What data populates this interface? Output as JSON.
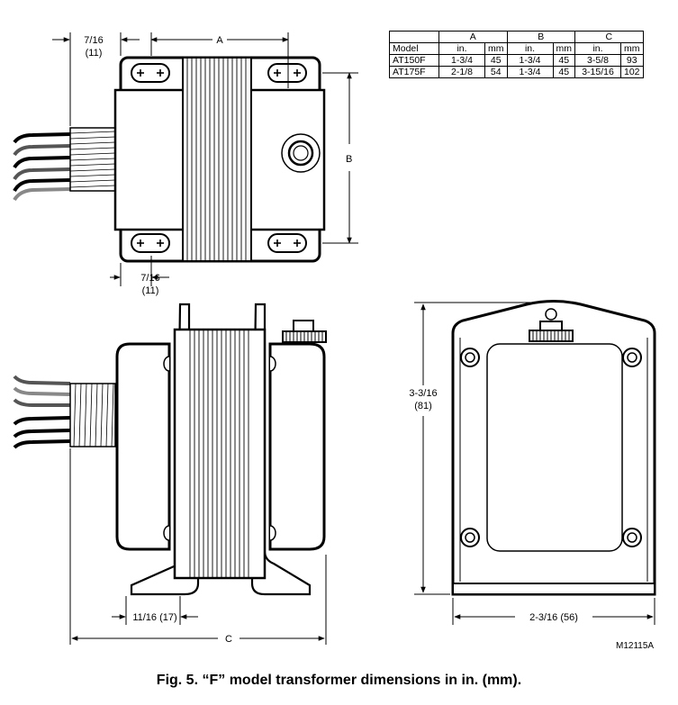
{
  "table": {
    "headers": [
      "",
      "A",
      "B",
      "C"
    ],
    "subheaders": [
      "Model",
      "in.",
      "mm",
      "in.",
      "mm",
      "in.",
      "mm"
    ],
    "rows": [
      [
        "AT150F",
        "1-3/4",
        "45",
        "1-3/4",
        "45",
        "3-5/8",
        "93"
      ],
      [
        "AT175F",
        "2-1/8",
        "54",
        "1-3/4",
        "45",
        "3-15/16",
        "102"
      ]
    ]
  },
  "labels": {
    "top_left_in": "7/16",
    "top_left_mm": "(11)",
    "dim_a": "A",
    "dim_b": "B",
    "bottom_left_in": "7/16",
    "bottom_left_mm": "(11)",
    "front_offset": "11/16 (17)",
    "dim_c": "C",
    "side_height_in": "3-3/16",
    "side_height_mm": "(81)",
    "side_width": "2-3/16 (56)"
  },
  "figure_id": "M12115A",
  "caption": "Fig. 5. “F” model transformer dimensions in in. (mm)."
}
